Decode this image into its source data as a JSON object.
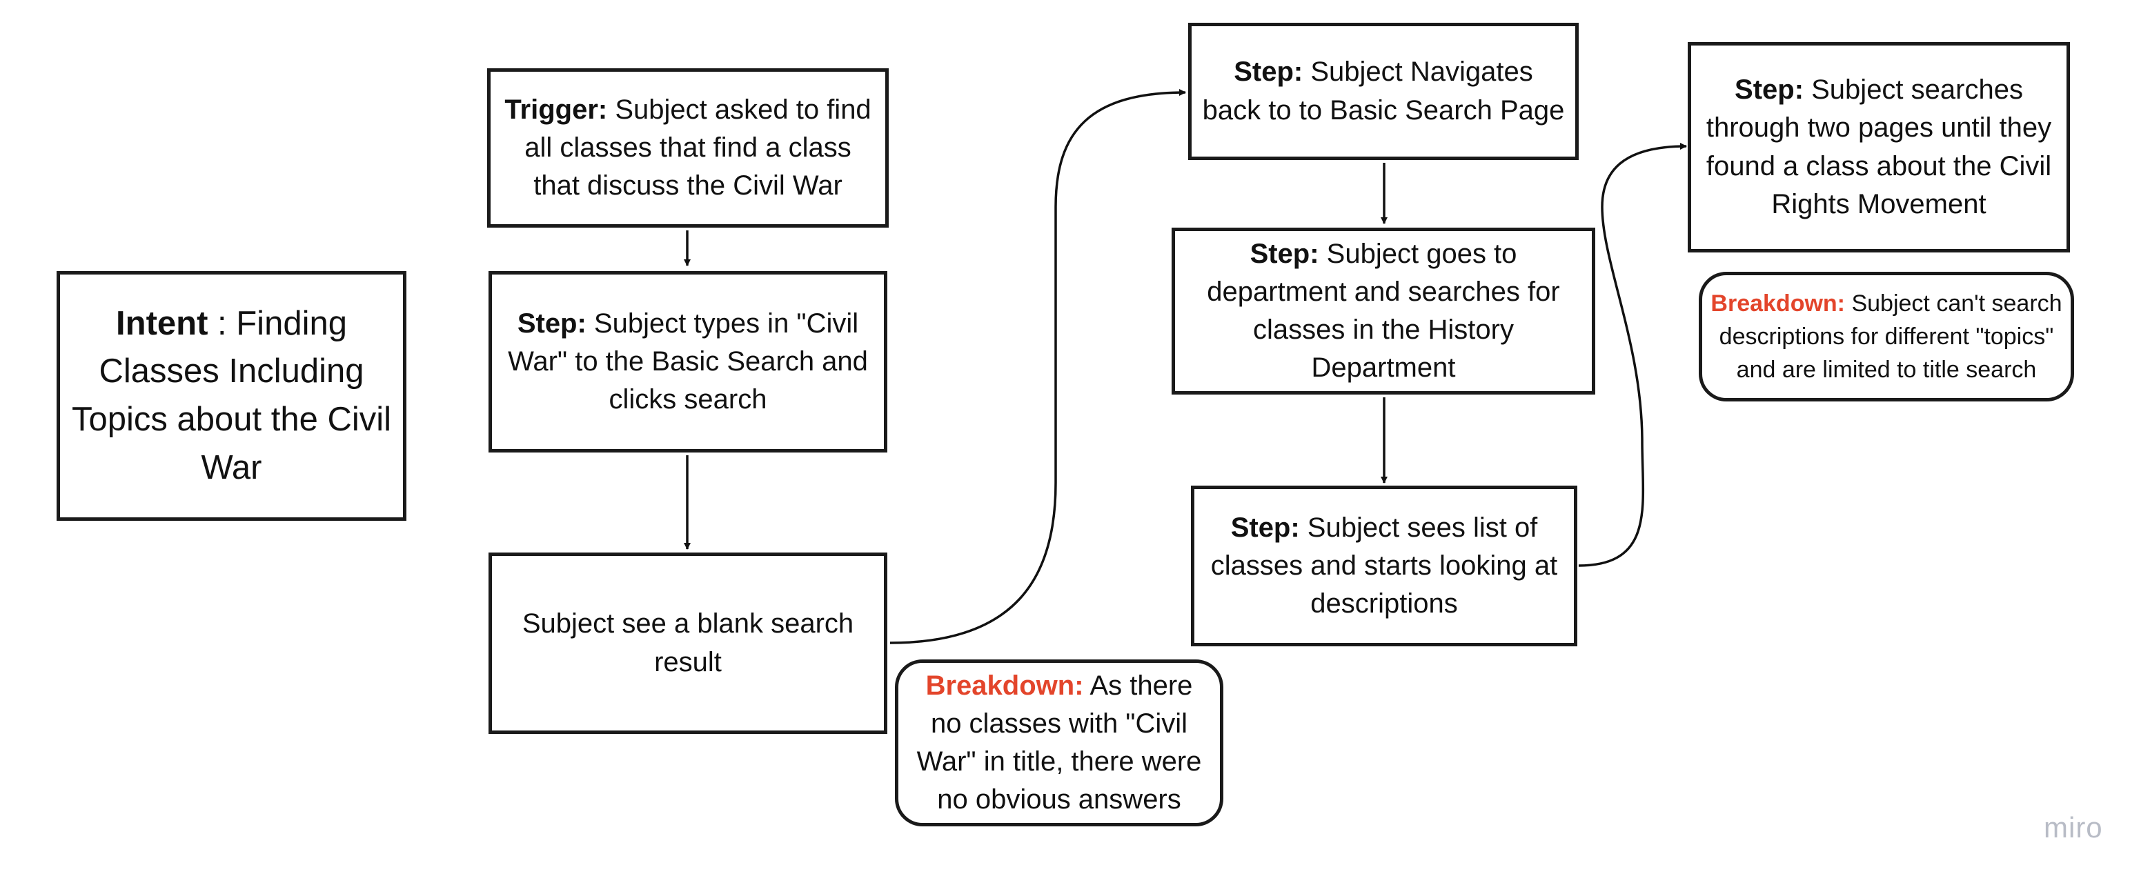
{
  "diagram": {
    "intent": {
      "label": "Intent",
      "text": " : Finding Classes Including Topics about the Civil War"
    },
    "nodes": {
      "trigger": {
        "label": "Trigger:",
        "text": " Subject asked to find all classes that find a class that discuss the Civil War"
      },
      "step_type_search": {
        "label": "Step:",
        "text": " Subject types in \"Civil War\" to the Basic Search and clicks search"
      },
      "blank_result": {
        "text": "Subject see a blank search result"
      },
      "breakdown_no_results": {
        "label": "Breakdown:",
        "text": " As there no classes with \"Civil War\" in title, there were no obvious answers"
      },
      "step_navigate_back": {
        "label": "Step:",
        "text": " Subject Navigates back to to Basic Search Page"
      },
      "step_history_dept": {
        "label": "Step:",
        "text": " Subject goes to department and searches for classes in the History Department"
      },
      "step_sees_list": {
        "label": "Step:",
        "text": " Subject sees list of classes and starts looking at descriptions"
      },
      "step_two_pages": {
        "label": "Step:",
        "text": " Subject searches through two pages until they found a class about the Civil Rights Movement"
      },
      "breakdown_title_search": {
        "label": "Breakdown:",
        "text": " Subject can't search descriptions for different \"topics\" and are limited to title search"
      }
    },
    "watermark": "miro",
    "colors": {
      "border": "#1a1a1a",
      "breakdown": "#e3452b",
      "watermark": "#b8bcc6"
    }
  }
}
